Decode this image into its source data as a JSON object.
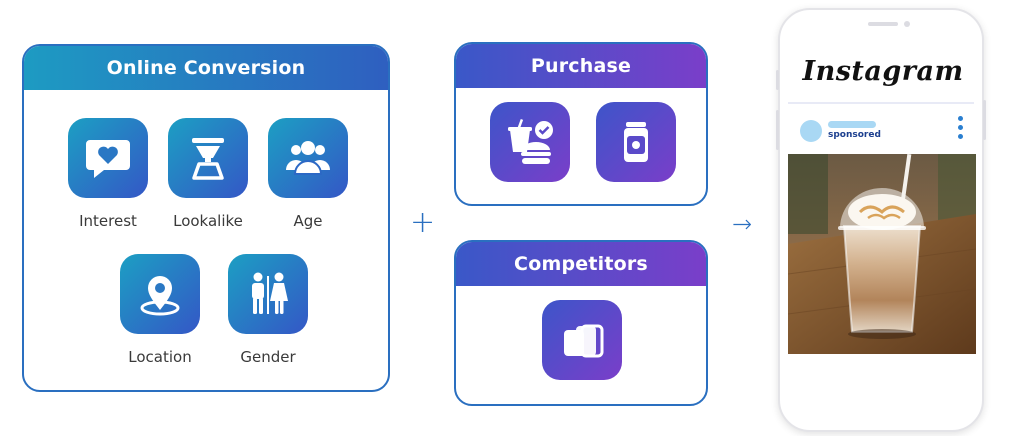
{
  "online_conversion": {
    "title": "Online Conversion",
    "items": [
      {
        "label": "Interest",
        "icon": "heart-chat-icon"
      },
      {
        "label": "Lookalike",
        "icon": "coffee-dripper-icon"
      },
      {
        "label": "Age",
        "icon": "people-group-icon"
      },
      {
        "label": "Location",
        "icon": "location-pin-icon"
      },
      {
        "label": "Gender",
        "icon": "male-female-icon"
      }
    ]
  },
  "operators": {
    "plus": "+",
    "arrow": "→"
  },
  "purchase": {
    "title": "Purchase",
    "items": [
      {
        "icon": "fast-food-check-icon"
      },
      {
        "icon": "coffee-can-icon"
      }
    ]
  },
  "competitors": {
    "title": "Competitors",
    "items": [
      {
        "icon": "layered-rectangles-icon"
      }
    ]
  },
  "phone": {
    "app_name": "Instagram",
    "post": {
      "sponsored_label": "sponsored",
      "image_icon": "iced-coffee-photo"
    }
  },
  "colors": {
    "teal": "#1d9bc2",
    "blue": "#2f5fc0",
    "purple": "#7a3ec9",
    "border": "#2a6fc0"
  }
}
